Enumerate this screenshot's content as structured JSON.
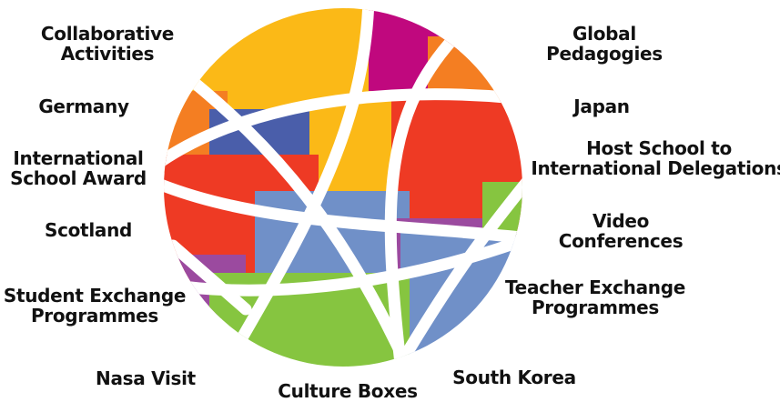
{
  "labels": {
    "collaborative": [
      "Collaborative",
      "Activities"
    ],
    "germany": "Germany",
    "isa": [
      "International",
      "School Award"
    ],
    "scotland": "Scotland",
    "student_exchange": [
      "Student Exchange",
      "Programmes"
    ],
    "nasa": "Nasa Visit",
    "culture_boxes": "Culture Boxes",
    "south_korea": "South Korea",
    "teacher_exchange": [
      "Teacher Exchange",
      "Programmes"
    ],
    "video": [
      "Video",
      "Conferences"
    ],
    "host_school": [
      "Host School to",
      "International Delegations"
    ],
    "japan": "Japan",
    "global": [
      "Global",
      "Pedagogies"
    ]
  },
  "colors": {
    "yellow": "#FBB917",
    "magenta": "#C0087E",
    "orange": "#F47E22",
    "red": "#EE3A24",
    "blue": "#4A5EAA",
    "light_blue": "#7090C8",
    "green": "#86C540",
    "purple": "#9B4A9F",
    "text": "#111111"
  }
}
